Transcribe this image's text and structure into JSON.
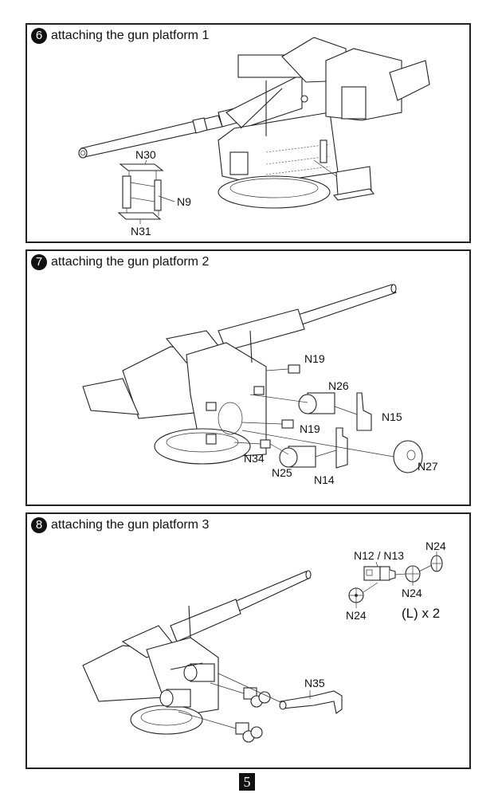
{
  "page": {
    "number": "5"
  },
  "steps": [
    {
      "number": "6",
      "title": "attaching the gun platform 1",
      "parts": [
        "N30",
        "N9",
        "N31"
      ]
    },
    {
      "number": "7",
      "title": "attaching the gun platform 2",
      "parts": [
        "N19",
        "N26",
        "N15",
        "N19",
        "N34",
        "N25",
        "N14",
        "N27"
      ]
    },
    {
      "number": "8",
      "title": "attaching the gun platform 3",
      "parts": [
        "N12 / N13",
        "N24",
        "N24",
        "N24",
        "N35"
      ],
      "note": "(L) x 2"
    }
  ]
}
